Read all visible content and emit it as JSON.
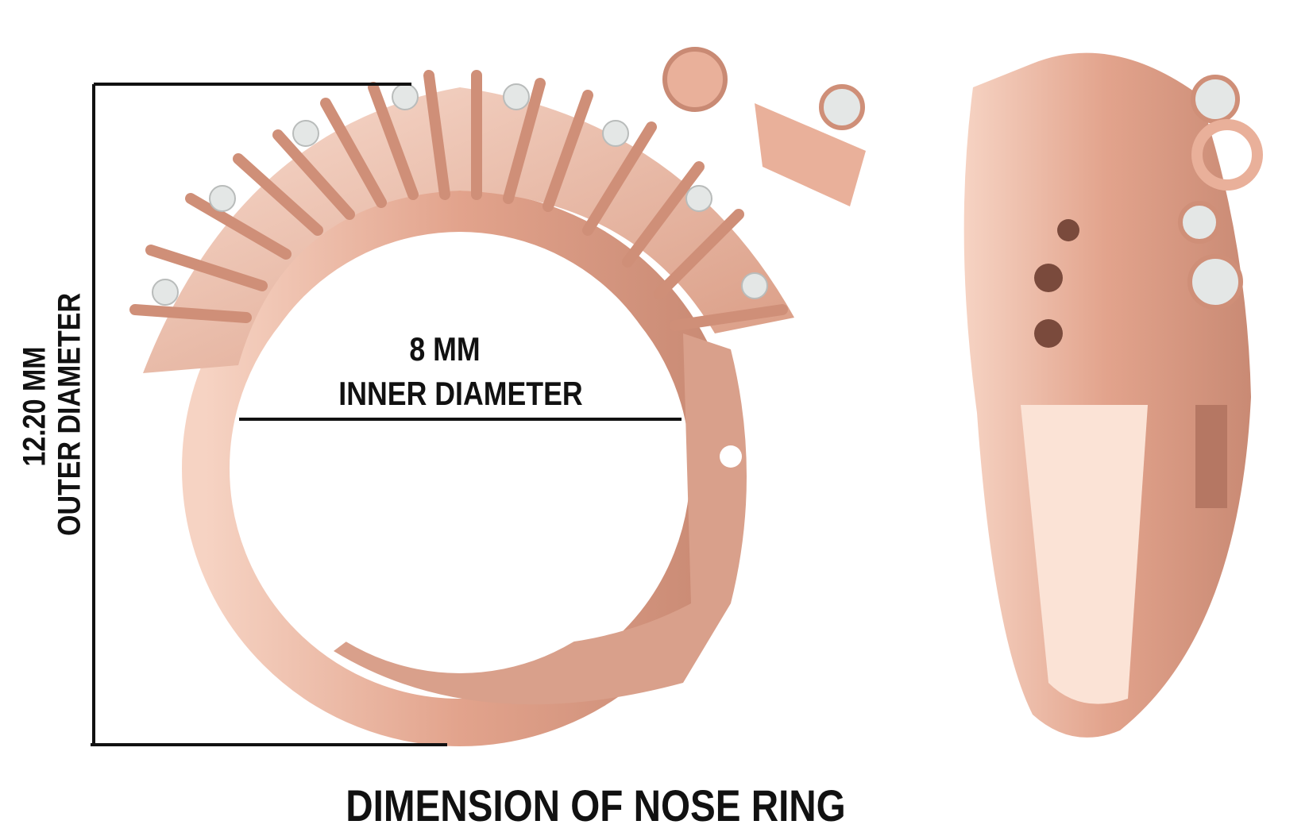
{
  "outer_diameter": {
    "value": "12.20 MM",
    "label": "OUTER DIAMETER"
  },
  "inner_diameter": {
    "value": "8 MM",
    "label": "INNER DIAMETER"
  },
  "caption": "DIMENSION OF NOSE RING",
  "colors": {
    "metal": "#e9b09a",
    "metal_dark": "#c98a74",
    "metal_light": "#f6d3c3",
    "stone": "#e4e7e6",
    "line": "#111111"
  }
}
